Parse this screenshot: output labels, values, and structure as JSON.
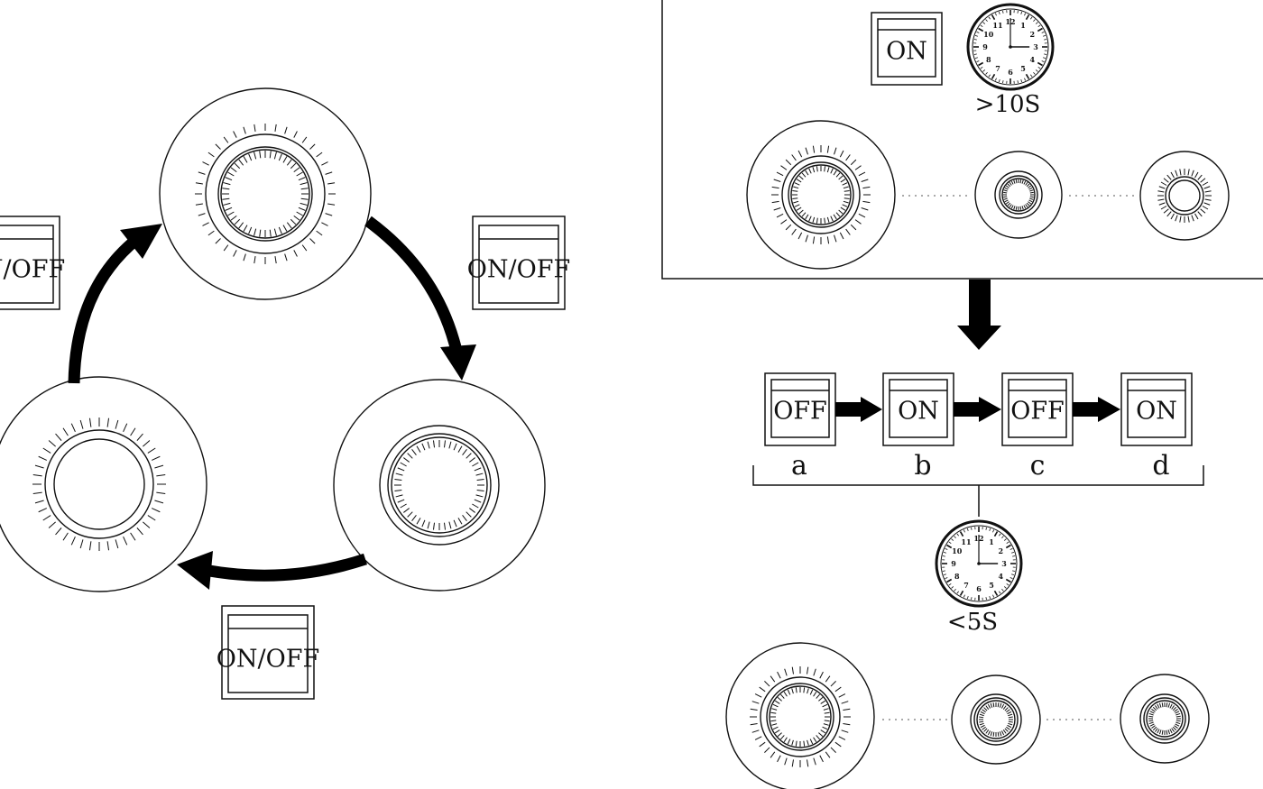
{
  "cycle": {
    "switch_label": "ON/OFF",
    "switches": [
      {
        "label": "ON/OFF"
      },
      {
        "label": "ON/OFF"
      },
      {
        "label": "ON/OFF"
      }
    ]
  },
  "hold_sequence": {
    "switch_label": "ON",
    "duration_label": ">10S"
  },
  "toggle_sequence": {
    "steps": [
      {
        "switch_label": "OFF",
        "letter": "a"
      },
      {
        "switch_label": "ON",
        "letter": "b"
      },
      {
        "switch_label": "OFF",
        "letter": "c"
      },
      {
        "switch_label": "ON",
        "letter": "d"
      }
    ],
    "duration_label": "<5S"
  },
  "clock": {
    "numbers": [
      "12",
      "1",
      "2",
      "3",
      "4",
      "5",
      "6",
      "7",
      "8",
      "9",
      "10",
      "11"
    ],
    "time": {
      "hour": 3,
      "minute": 0
    }
  },
  "colors": {
    "stroke": "#111111",
    "background": "#ffffff"
  }
}
